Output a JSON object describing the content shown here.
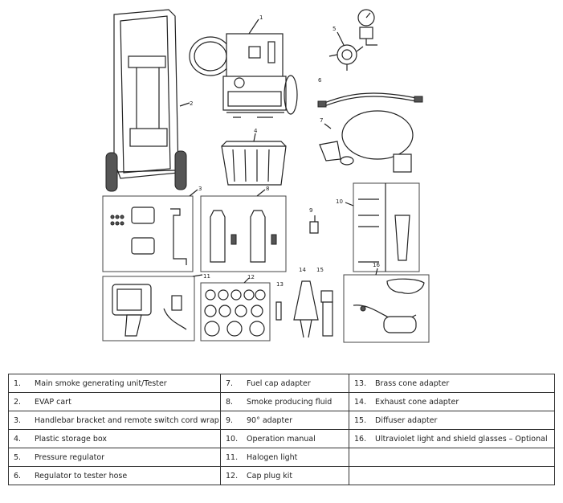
{
  "callouts": [
    "1",
    "2",
    "3",
    "4",
    "5",
    "6",
    "7",
    "8",
    "9",
    "10",
    "11",
    "12",
    "13",
    "14",
    "15",
    "16"
  ],
  "parts": [
    {
      "num": "1.",
      "label": "Main smoke generating unit/Tester"
    },
    {
      "num": "2.",
      "label": "EVAP cart"
    },
    {
      "num": "3.",
      "label": "Handlebar bracket and remote switch cord wrap"
    },
    {
      "num": "4.",
      "label": "Plastic storage box"
    },
    {
      "num": "5.",
      "label": "Pressure regulator"
    },
    {
      "num": "6.",
      "label": "Regulator to tester hose"
    },
    {
      "num": "7.",
      "label": "Fuel cap adapter"
    },
    {
      "num": "8.",
      "label": "Smoke producing fluid"
    },
    {
      "num": "9.",
      "label": "90° adapter"
    },
    {
      "num": "10.",
      "label": "Operation manual"
    },
    {
      "num": "11.",
      "label": "Halogen light"
    },
    {
      "num": "12.",
      "label": "Cap plug kit"
    },
    {
      "num": "13.",
      "label": "Brass cone adapter"
    },
    {
      "num": "14.",
      "label": "Exhaust cone adapter"
    },
    {
      "num": "15.",
      "label": "Diffuser adapter"
    },
    {
      "num": "16.",
      "label": "Ultraviolet light and shield glasses – Optional"
    }
  ]
}
